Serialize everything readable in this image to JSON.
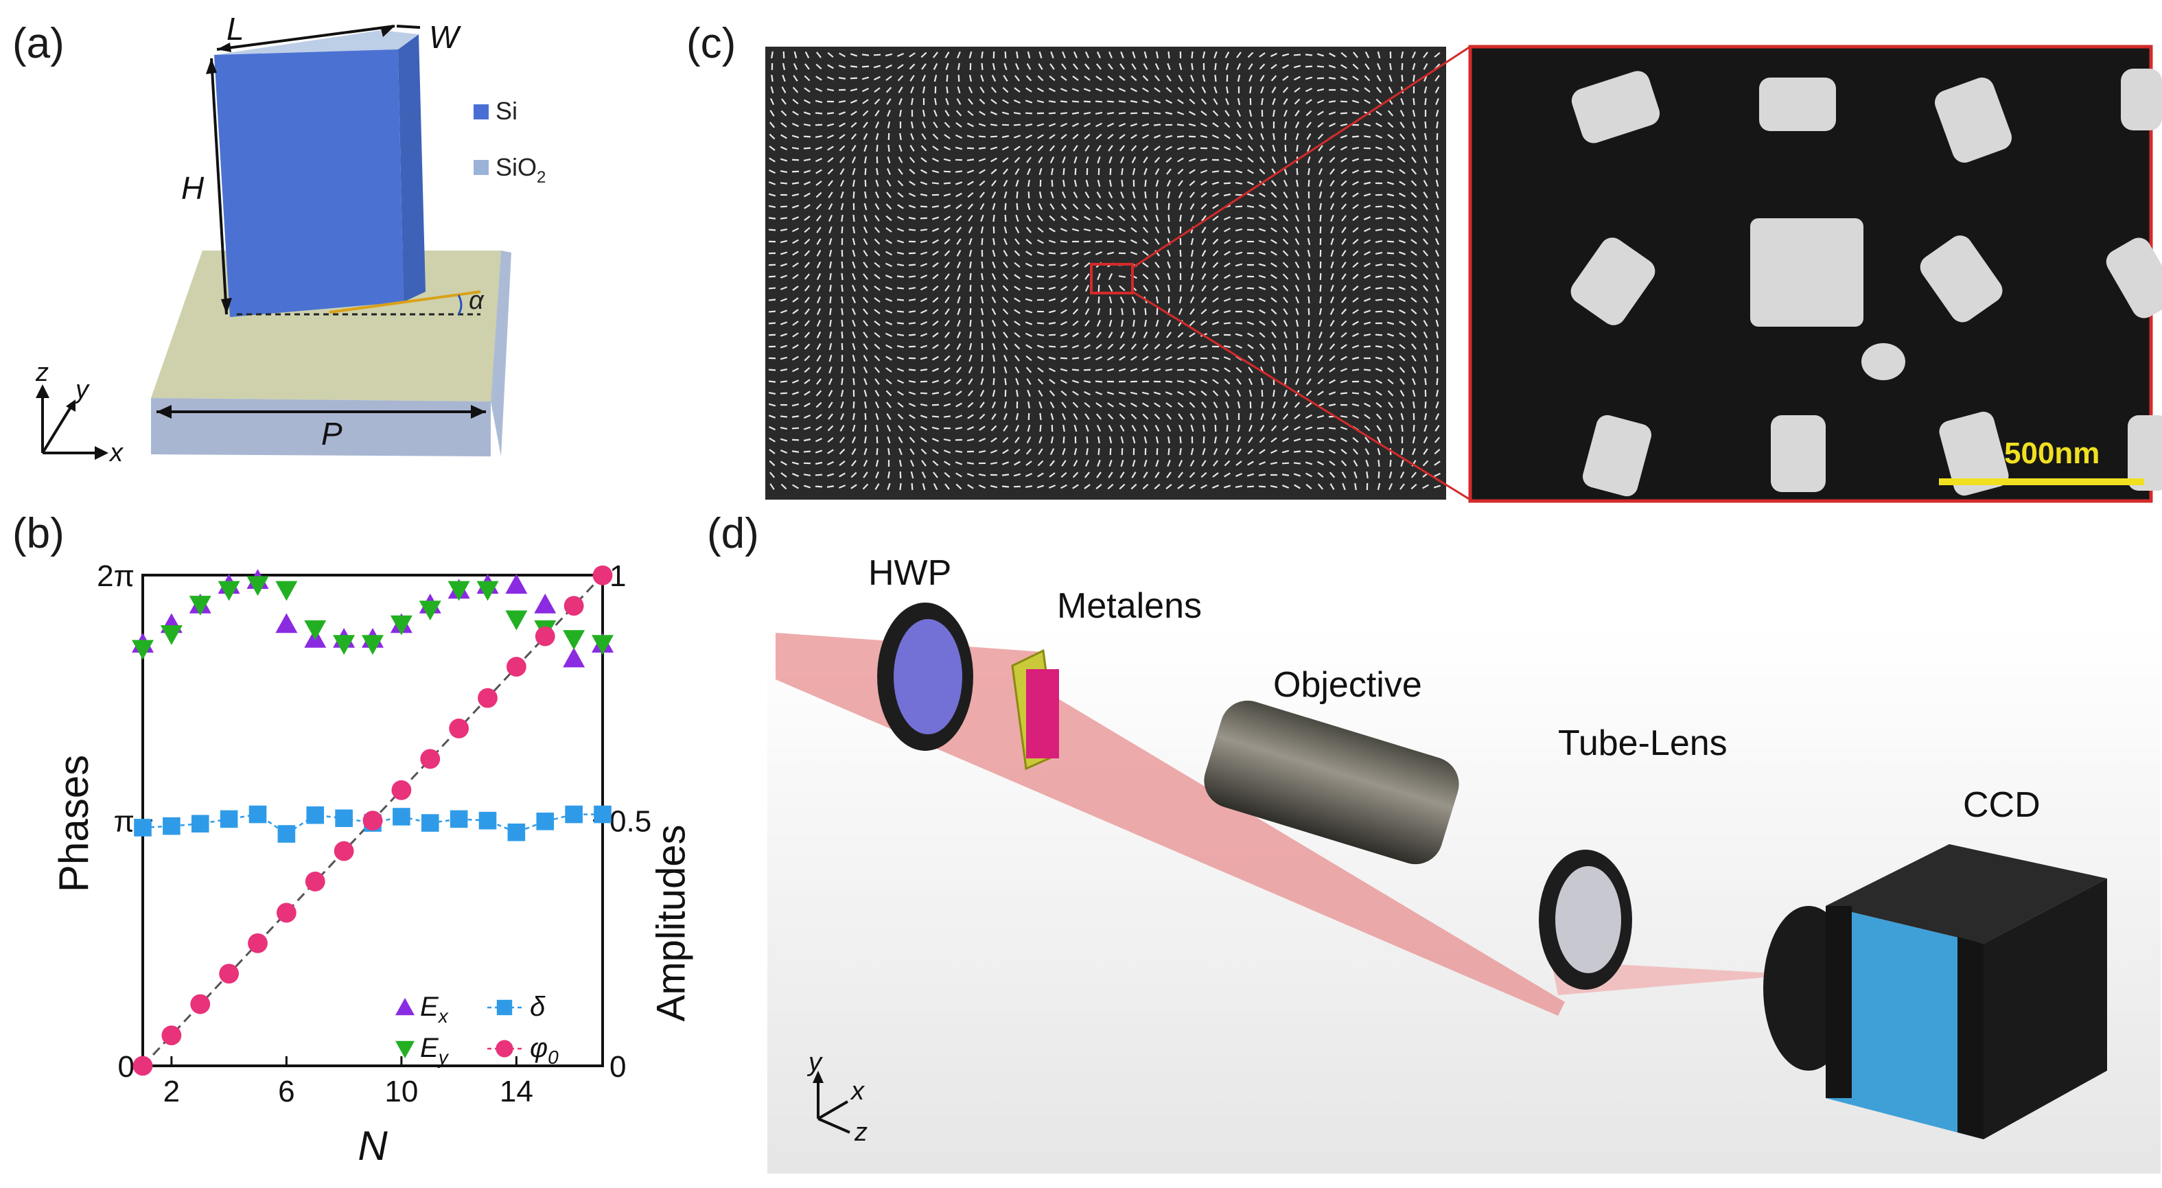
{
  "panels": {
    "a": "(a)",
    "b": "(b)",
    "c": "(c)",
    "d": "(d)"
  },
  "panel_a": {
    "dim_L": "L",
    "dim_W": "W",
    "dim_H": "H",
    "dim_P": "P",
    "angle": "α",
    "legend": [
      {
        "label": "Si",
        "sub": "",
        "color": "#4a6fd4"
      },
      {
        "label": "SiO",
        "sub": "2",
        "color": "#9bb3d8"
      }
    ],
    "axes": {
      "z": "z",
      "y": "y",
      "x": "x"
    }
  },
  "panel_c": {
    "scale_bar": "500nm",
    "highlight_color": "#d42a2a",
    "scale_color": "#f0e020"
  },
  "panel_d": {
    "labels": {
      "hwp": "HWP",
      "metalens": "Metalens",
      "objective": "Objective",
      "tube_lens": "Tube-Lens",
      "ccd": "CCD"
    },
    "axes": {
      "y": "y",
      "x": "x",
      "z": "z"
    }
  },
  "chart_data": {
    "type": "scatter",
    "xlabel": "N",
    "ylabel": "Phases",
    "ylabel_right": "Amplitudes",
    "xlim": [
      1,
      17
    ],
    "ylim": [
      0,
      6.2832
    ],
    "ylim_right": [
      0,
      1
    ],
    "xticks": [
      2,
      6,
      10,
      14
    ],
    "yticks": [
      {
        "value": 0,
        "label": "0"
      },
      {
        "value": 3.1416,
        "label": "π"
      },
      {
        "value": 6.2832,
        "label": "2π"
      }
    ],
    "yticks_right": [
      {
        "value": 0,
        "label": "0"
      },
      {
        "value": 0.5,
        "label": "0.5"
      },
      {
        "value": 1,
        "label": "1"
      }
    ],
    "legend": [
      {
        "name": "E",
        "sub": "x",
        "marker": "triangle-up",
        "color": "#8a2be2"
      },
      {
        "name": "E",
        "sub": "y",
        "marker": "triangle-down",
        "color": "#22b022"
      },
      {
        "name": "δ",
        "sub": "",
        "marker": "square",
        "color": "#2f9be8"
      },
      {
        "name": "φ",
        "sub": "0",
        "marker": "circle",
        "color": "#e8327a"
      }
    ],
    "x": [
      1,
      2,
      3,
      4,
      5,
      6,
      7,
      8,
      9,
      10,
      11,
      12,
      13,
      14,
      15,
      16,
      17
    ],
    "series": [
      {
        "name": "Ex",
        "axis": "right",
        "values": [
          0.86,
          0.9,
          0.94,
          0.98,
          0.99,
          0.9,
          0.87,
          0.87,
          0.87,
          0.9,
          0.94,
          0.97,
          0.98,
          0.98,
          0.94,
          0.83,
          0.86
        ]
      },
      {
        "name": "Ey",
        "axis": "right",
        "values": [
          0.85,
          0.88,
          0.94,
          0.97,
          0.98,
          0.97,
          0.89,
          0.86,
          0.86,
          0.9,
          0.93,
          0.97,
          0.97,
          0.91,
          0.89,
          0.87,
          0.86
        ]
      },
      {
        "name": "δ",
        "axis": "left",
        "values": [
          3.05,
          3.07,
          3.1,
          3.16,
          3.22,
          2.97,
          3.21,
          3.17,
          3.11,
          3.19,
          3.11,
          3.16,
          3.14,
          2.99,
          3.13,
          3.22,
          3.22
        ]
      },
      {
        "name": "φ0",
        "axis": "left",
        "values": [
          0,
          0.39,
          0.79,
          1.18,
          1.57,
          1.96,
          2.36,
          2.75,
          3.14,
          3.53,
          3.93,
          4.32,
          4.71,
          5.11,
          5.5,
          5.89,
          6.28
        ]
      }
    ],
    "diagonal": {
      "from": [
        1,
        0
      ],
      "to": [
        17,
        6.2832
      ]
    }
  }
}
